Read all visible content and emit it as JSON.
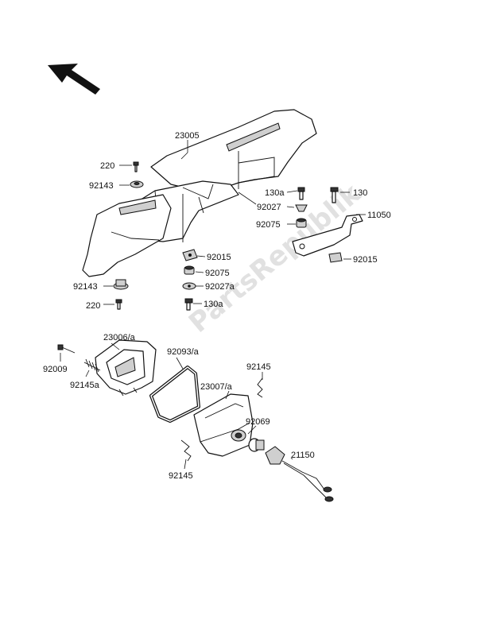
{
  "watermark": "PartsRepublik",
  "labels": {
    "l23005": "23005",
    "l220_top": "220",
    "l92143_top": "92143",
    "l130a_right": "130a",
    "l130": "130",
    "l11050": "11050",
    "l92027": "92027",
    "l92075_right": "92075",
    "l92015_right": "92015",
    "l92015_mid": "92015",
    "l92075_mid": "92075",
    "l92027a": "92027a",
    "l130a_mid": "130a",
    "l92143_bot": "92143",
    "l220_bot": "220",
    "l23006a": "23006/a",
    "l92093a": "92093/a",
    "l92145_right": "92145",
    "l92009": "92009",
    "l92145a": "92145a",
    "l23007a": "23007/a",
    "l92069": "92069",
    "l21150": "21150",
    "l92145_bot": "92145"
  }
}
